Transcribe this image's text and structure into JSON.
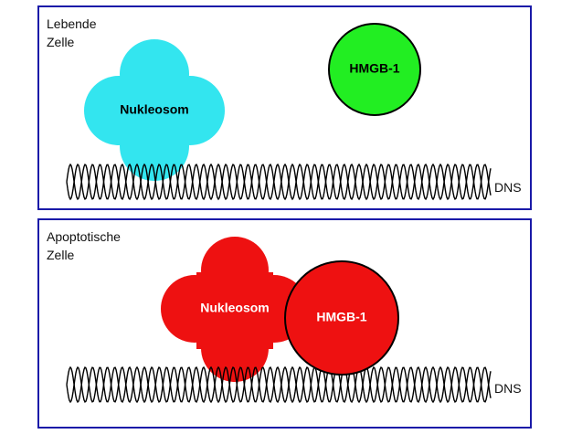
{
  "panels": [
    {
      "label": "Lebende\nZelle",
      "nucleosome": {
        "label": "Nukleosom",
        "color": "#33e5ef",
        "text_color": "#000000"
      },
      "hmgb": {
        "label": "HMGB-1",
        "color": "#22ee22",
        "text_color": "#000000"
      },
      "dna_label": "DNS"
    },
    {
      "label": "Apoptotische\nZelle",
      "nucleosome": {
        "label": "Nukleosom",
        "color": "#ee1111",
        "text_color": "#ffffff"
      },
      "hmgb": {
        "label": "HMGB-1",
        "color": "#ee1111",
        "text_color": "#ffffff"
      },
      "dna_label": "DNS"
    }
  ],
  "colors": {
    "border": "#1a1aa8",
    "dna": "#000000"
  }
}
